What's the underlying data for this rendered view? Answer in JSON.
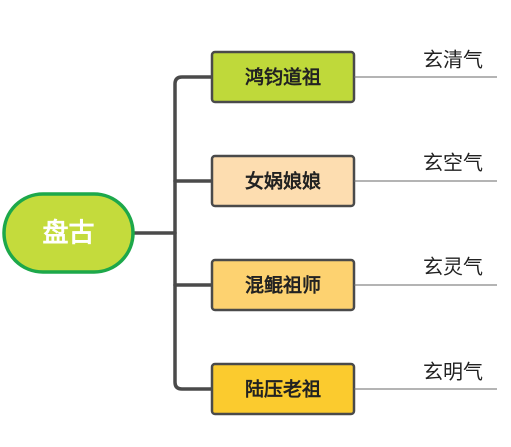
{
  "root": {
    "label": "盘古",
    "fill": "#C4DB3C",
    "stroke": "#1DA84A"
  },
  "branches": [
    {
      "label": "鸿钧道祖",
      "leaf": "玄清气",
      "fill": "#BFD93A"
    },
    {
      "label": "女娲娘娘",
      "leaf": "玄空气",
      "fill": "#FDDDB0"
    },
    {
      "label": "混鲲祖师",
      "leaf": "玄灵气",
      "fill": "#FDD270"
    },
    {
      "label": "陆压老祖",
      "leaf": "玄明气",
      "fill": "#FBCB2E"
    }
  ],
  "colors": {
    "node_border": "#4A4A4A",
    "connector": "#4A4A4A",
    "underline": "#6A6A6A"
  }
}
